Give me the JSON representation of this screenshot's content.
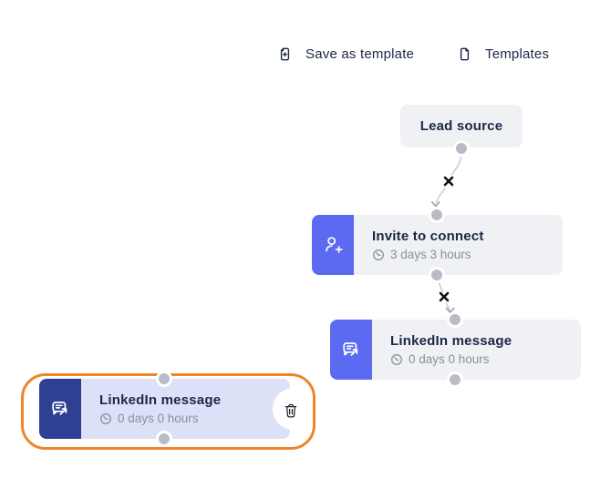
{
  "toolbar": {
    "save_as_template_label": "Save as template",
    "templates_label": "Templates"
  },
  "nodes": {
    "lead_source": {
      "title": "Lead source"
    },
    "invite_to_connect": {
      "title": "Invite to connect",
      "delay": "3 days 3 hours"
    },
    "linkedin_message": {
      "title": "LinkedIn message",
      "delay": "0 days 0 hours"
    },
    "linkedin_message_selected": {
      "title": "LinkedIn message",
      "delay": "0 days 0 hours"
    }
  },
  "icons": {
    "save_as_template": "file-plus-icon",
    "templates": "file-icon",
    "invite_to_connect": "person-add-icon",
    "linkedin_message": "message-forward-icon",
    "delay": "clock-icon",
    "delete_node": "trash-icon",
    "delete_edge": "x-icon",
    "connector": "connection-dot"
  },
  "colors": {
    "accent_indigo": "#5b6af0",
    "accent_navy_selected_icon": "#2f3f94",
    "selection_outline_orange": "#ef8526",
    "node_background": "#eff1f4",
    "selected_node_background": "#dde1f8",
    "title_text": "#1d2746",
    "subtitle_text": "#8a90a3",
    "edge_line": "#c9ccd3",
    "connector_dot": "#b9bcc4"
  }
}
